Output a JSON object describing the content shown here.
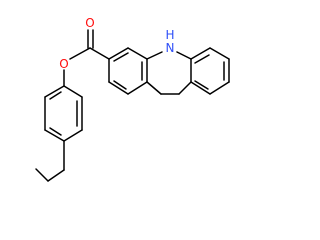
{
  "structure": {
    "atom_labels": {
      "carbonyl_oxygen": "O",
      "ester_oxygen": "O",
      "nh_nitrogen": "H\nN"
    },
    "colors": {
      "oxygen": "#ff0d0d",
      "nitrogen": "#3050f8",
      "bond": "#000000",
      "background": "#ffffff"
    }
  }
}
